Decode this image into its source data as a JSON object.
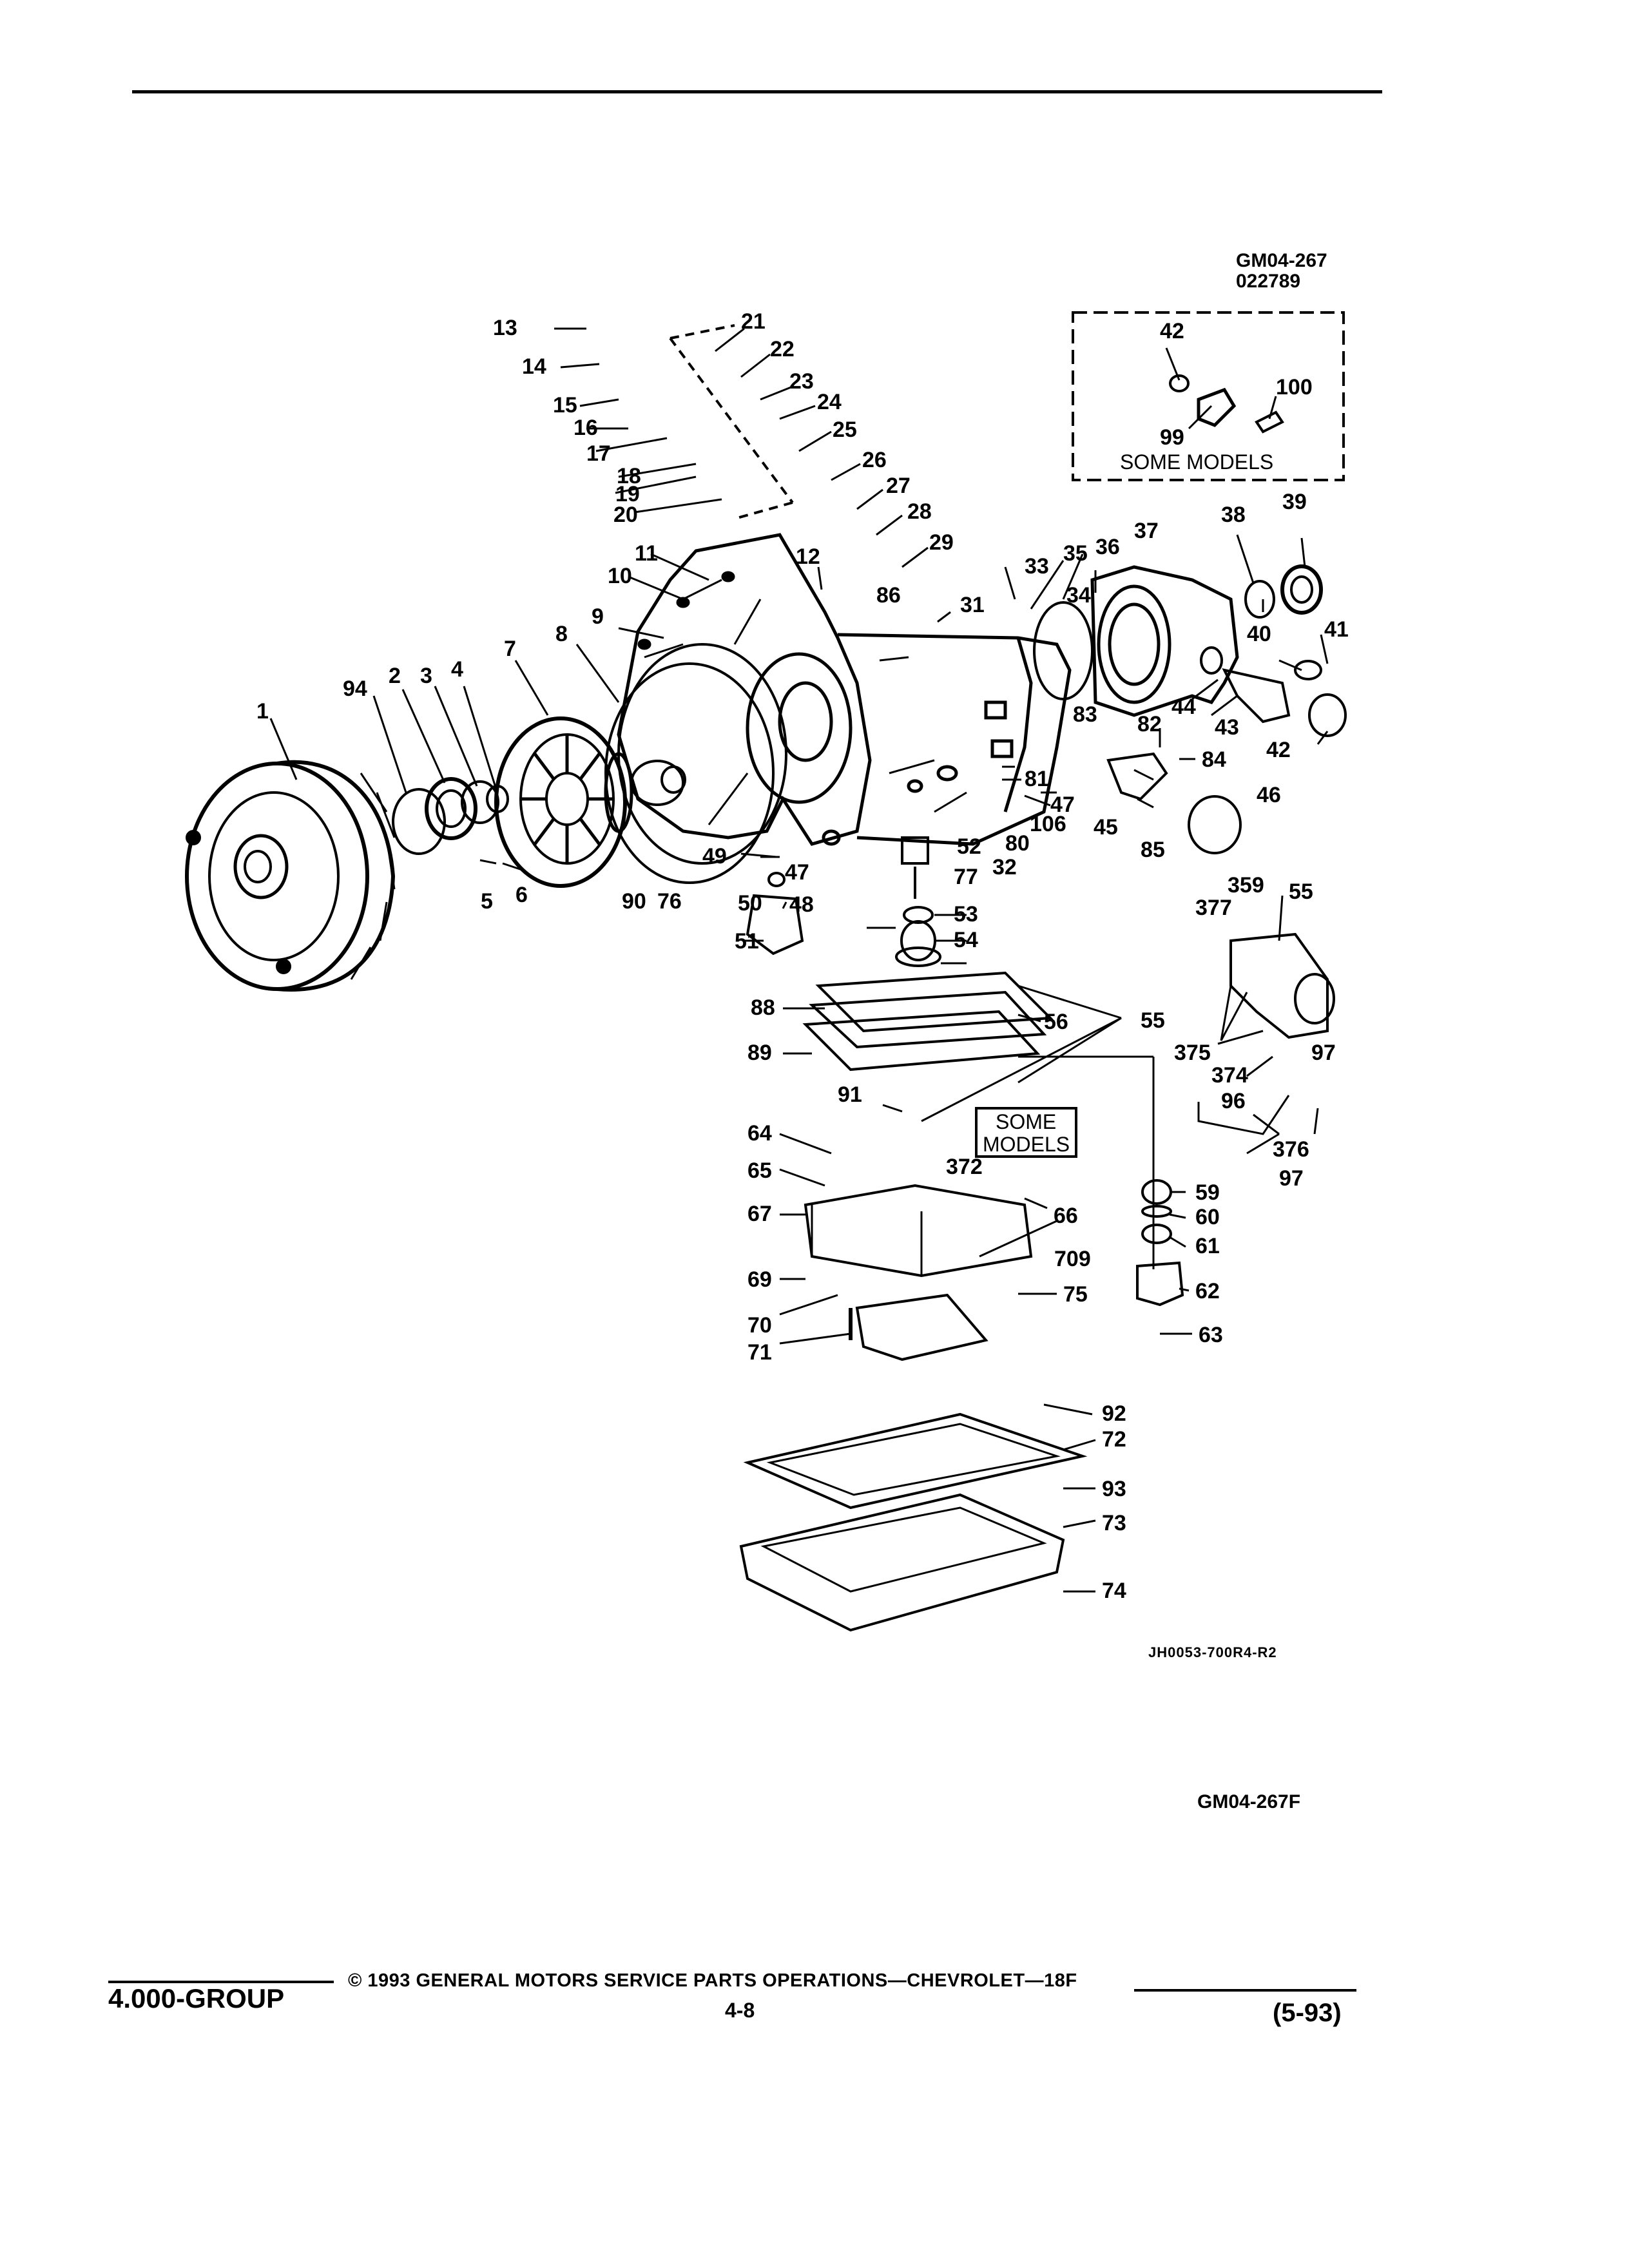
{
  "header": {
    "figure_code": "GM04-267",
    "figure_date": "022789"
  },
  "inset": {
    "caption": "SOME MODELS",
    "parts": [
      "42",
      "99",
      "100"
    ]
  },
  "callout_box": {
    "line1": "SOME",
    "line2": "MODELS"
  },
  "part_labels": [
    "1",
    "2",
    "3",
    "4",
    "5",
    "6",
    "7",
    "8",
    "9",
    "10",
    "11",
    "12",
    "13",
    "14",
    "15",
    "16",
    "17",
    "18",
    "19",
    "20",
    "21",
    "22",
    "23",
    "24",
    "25",
    "26",
    "27",
    "28",
    "29",
    "31",
    "32",
    "33",
    "34",
    "35",
    "36",
    "37",
    "38",
    "39",
    "40",
    "41",
    "42",
    "43",
    "44",
    "45",
    "46",
    "47",
    "48",
    "49",
    "50",
    "51",
    "52",
    "53",
    "54",
    "55",
    "56",
    "59",
    "60",
    "61",
    "62",
    "63",
    "64",
    "65",
    "66",
    "67",
    "69",
    "70",
    "71",
    "72",
    "73",
    "74",
    "75",
    "76",
    "77",
    "80",
    "81",
    "82",
    "83",
    "84",
    "85",
    "86",
    "88",
    "89",
    "90",
    "91",
    "92",
    "93",
    "94",
    "96",
    "97",
    "106",
    "359",
    "372",
    "374",
    "375",
    "376",
    "377",
    "709"
  ],
  "drawing_ref": "JH0053-700R4-R2",
  "figure_footer_code": "GM04-267F",
  "footer": {
    "group": "4.000-GROUP",
    "copyright": "© 1993 GENERAL MOTORS SERVICE PARTS OPERATIONS—CHEVROLET—18F",
    "page": "4-8",
    "date": "(5-93)"
  }
}
